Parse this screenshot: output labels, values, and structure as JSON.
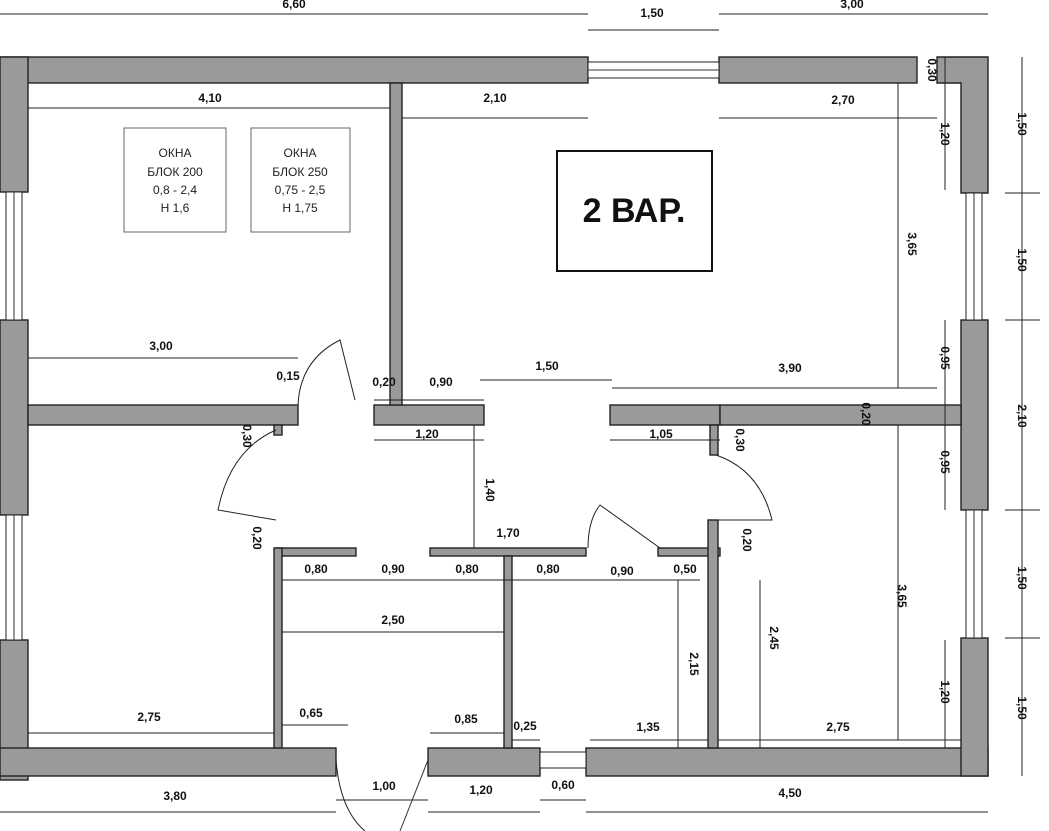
{
  "variant_label": "2 ВАР.",
  "window_boxes": [
    {
      "lines": [
        "ОКНА",
        "БЛОК 200",
        "0,8 - 2,4",
        "Н 1,6"
      ]
    },
    {
      "lines": [
        "ОКНА",
        "БЛОК 250",
        "0,75 - 2,5",
        "Н 1,75"
      ]
    }
  ],
  "dimensions": {
    "top_overall_left": "6,60",
    "top_overall_mid": "1,50",
    "top_overall_right": "3,00",
    "room_tl_width": "4,10",
    "room_tm_width": "2,10",
    "room_tr_width": "2,70",
    "room_l_width": "3,00",
    "wall_015": "0,15",
    "wall_020_a": "0,20",
    "door_090_a": "0,90",
    "hall_150": "1,50",
    "room_r_390": "3,90",
    "hall_120": "1,20",
    "hall_105": "1,05",
    "hall_140": "1,40",
    "hall_170": "1,70",
    "v_030_left": "0,30",
    "v_030_right": "0,30",
    "v_020_left": "0,20",
    "v_020_right": "0,20",
    "v_020_wall": "0,20",
    "row_080_a": "0,80",
    "row_090_a": "0,90",
    "row_080_b": "0,80",
    "row_080_c": "0,80",
    "row_090_b": "0,90",
    "row_050": "0,50",
    "bath_250": "2,50",
    "v_215": "2,15",
    "v_245": "2,45",
    "room_bl_275": "2,75",
    "door_065": "0,65",
    "door_085": "0,85",
    "door_025": "0,25",
    "room_br_135": "1,35",
    "room_br_275": "2,75",
    "bottom_380": "3,80",
    "bottom_100": "1,00",
    "bottom_120": "1,20",
    "bottom_060": "0,60",
    "bottom_450": "4,50",
    "v_030_top": "0,30",
    "v_120_top": "1,20",
    "v_365_top": "3,65",
    "v_095_a": "0,95",
    "v_095_b": "0,95",
    "v_020_mid": "0,20",
    "v_365_bottom": "3,65",
    "v_120_bottom": "1,20",
    "right_150_a": "1,50",
    "right_150_b": "1,50",
    "right_210": "2,10",
    "right_150_c": "1,50",
    "right_150_d": "1,50"
  }
}
